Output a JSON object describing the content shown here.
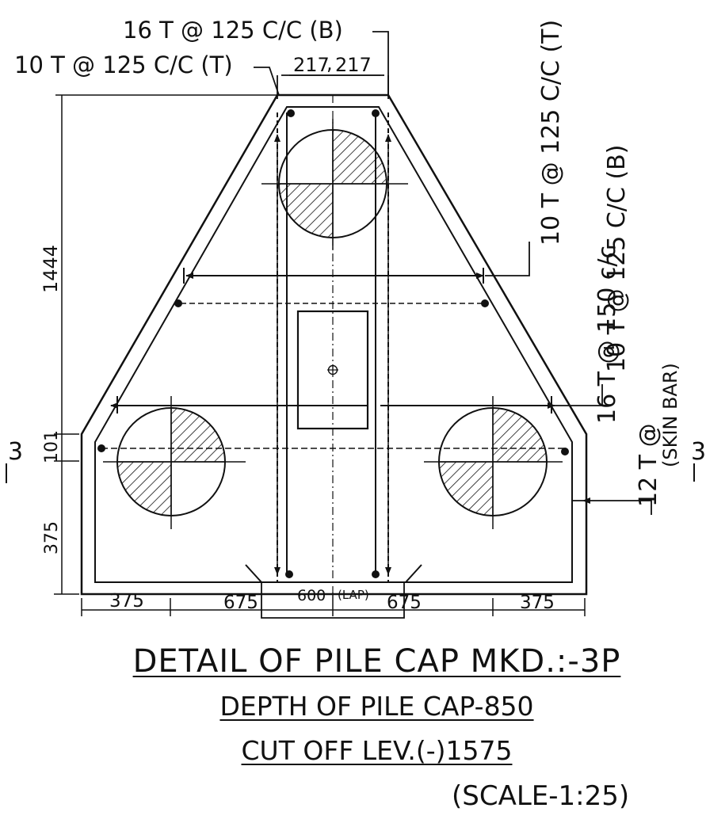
{
  "drawing": {
    "rebar_callouts": {
      "top_bottom_bar": "16 T @ 125 C/C (B)",
      "top_top_bar": "10 T @ 125 C/C (T)",
      "right_top": "10 T @ 125 C/C (T)",
      "right_bottom": "10 T @ 125 C/C (B)",
      "right_16t": "16 T @ 150 c/c",
      "right_skin_label": "12 T @",
      "right_skin_note": "(SKIN BAR)"
    },
    "dimensions": {
      "top_left": "217",
      "top_right": "217",
      "height_total": "1444",
      "height_mid": "101",
      "height_bottom": "375",
      "bottom_1": "375",
      "bottom_2": "675",
      "bottom_lap": "600",
      "bottom_lap_note": "(LAP)",
      "bottom_3": "675",
      "bottom_4": "375"
    },
    "section_marks": {
      "left": "3",
      "right": "3"
    },
    "titles": {
      "main": "DETAIL OF PILE CAP MKD.:-3P",
      "depth": "DEPTH OF PILE CAP-850",
      "cutoff": "CUT OFF LEV.(-)1575",
      "scale": "(SCALE-1:25)"
    }
  }
}
